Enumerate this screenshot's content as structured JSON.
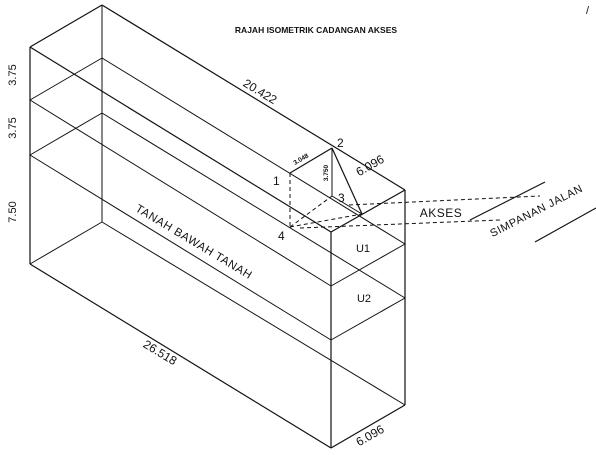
{
  "title": "RAJAH ISOMETRIK CADANGAN AKSES",
  "corner_mark": "/",
  "dimensions": {
    "top_length": "20.422",
    "top_width": "6.096",
    "bottom_length": "26.518",
    "bottom_width": "6.096",
    "height_1": "3.75",
    "height_2": "3.75",
    "height_3": "7.50",
    "access_width": "3.048",
    "access_height": "3.750"
  },
  "points": {
    "p1": "1",
    "p2": "2",
    "p3": "3",
    "p4": "4"
  },
  "labels": {
    "underground_land": "TANAH BAWAH TANAH",
    "unit_1": "U1",
    "unit_2": "U2",
    "access": "AKSES",
    "road_reserve": "SIMPANAN JALAN"
  }
}
